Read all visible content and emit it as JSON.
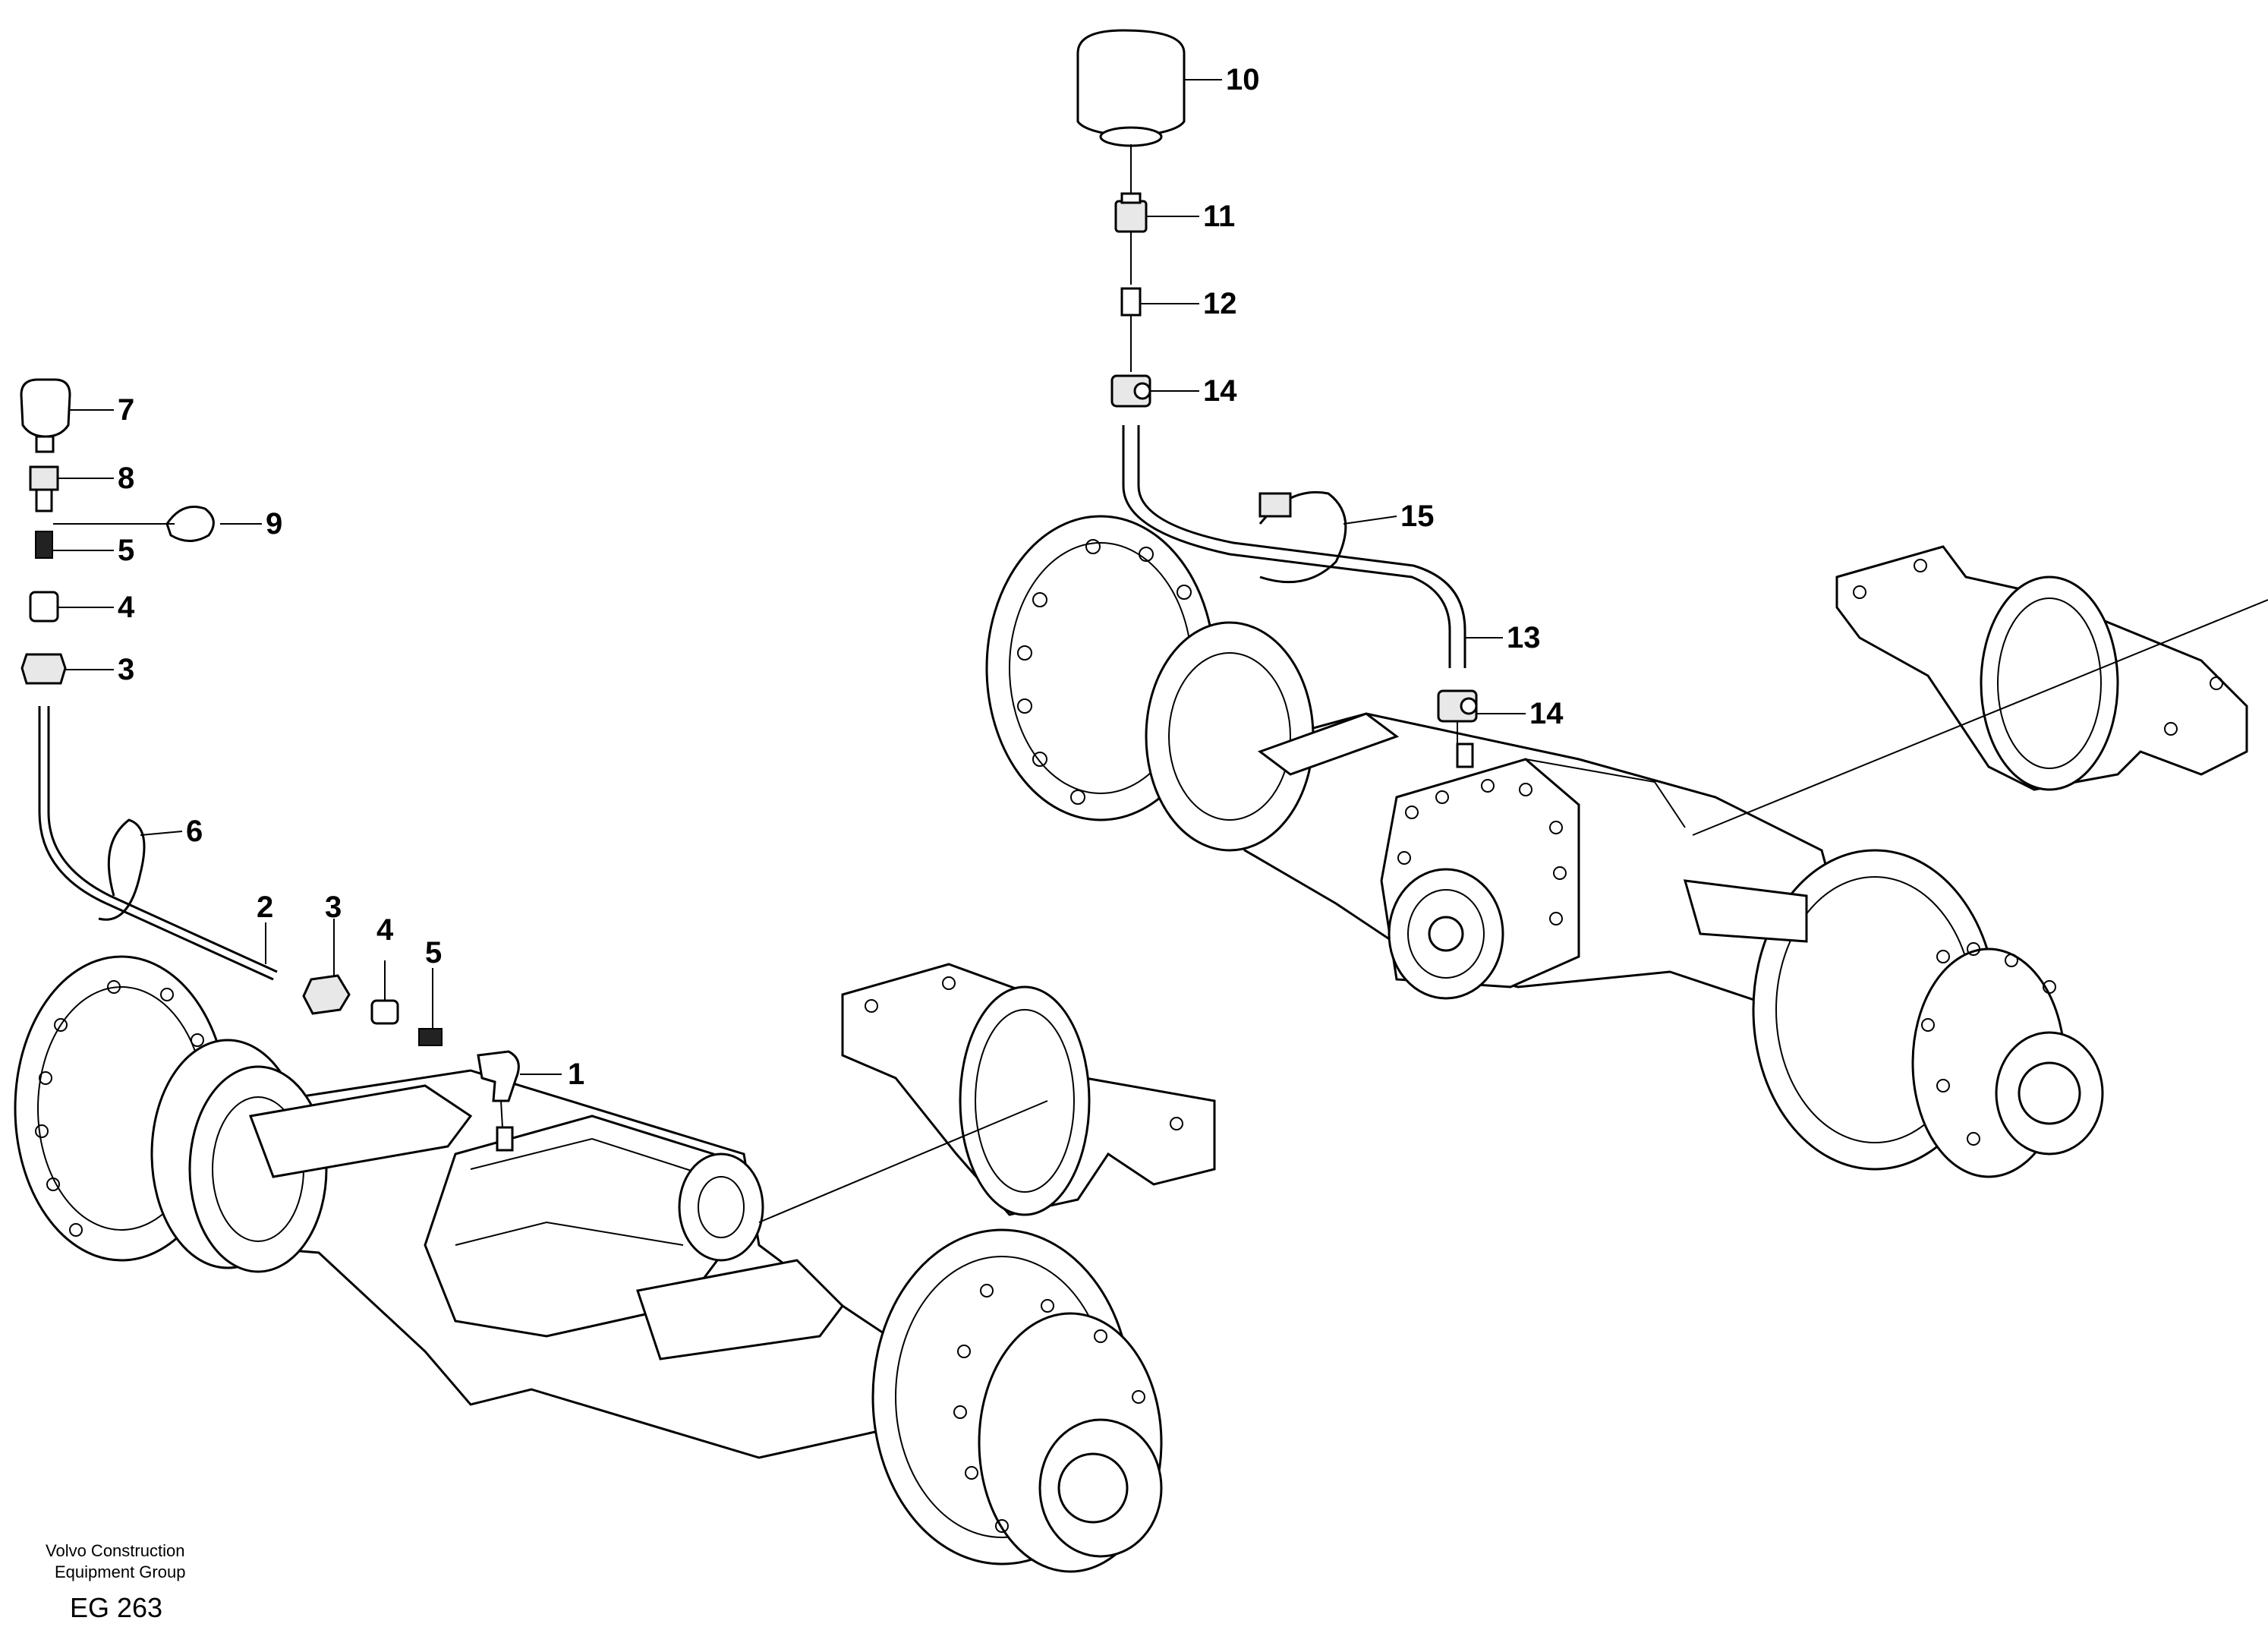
{
  "callouts": {
    "c1": "1",
    "c2": "2",
    "c3a": "3",
    "c3b": "3",
    "c4a": "4",
    "c4b": "4",
    "c5a": "5",
    "c5b": "5",
    "c6": "6",
    "c7": "7",
    "c8": "8",
    "c9": "9",
    "c10": "10",
    "c11": "11",
    "c12": "12",
    "c13": "13",
    "c14a": "14",
    "c14b": "14",
    "c15": "15"
  },
  "footer": {
    "company_line1": "Volvo Construction",
    "company_line2": "Equipment Group",
    "drawing_code": "EG 263"
  }
}
